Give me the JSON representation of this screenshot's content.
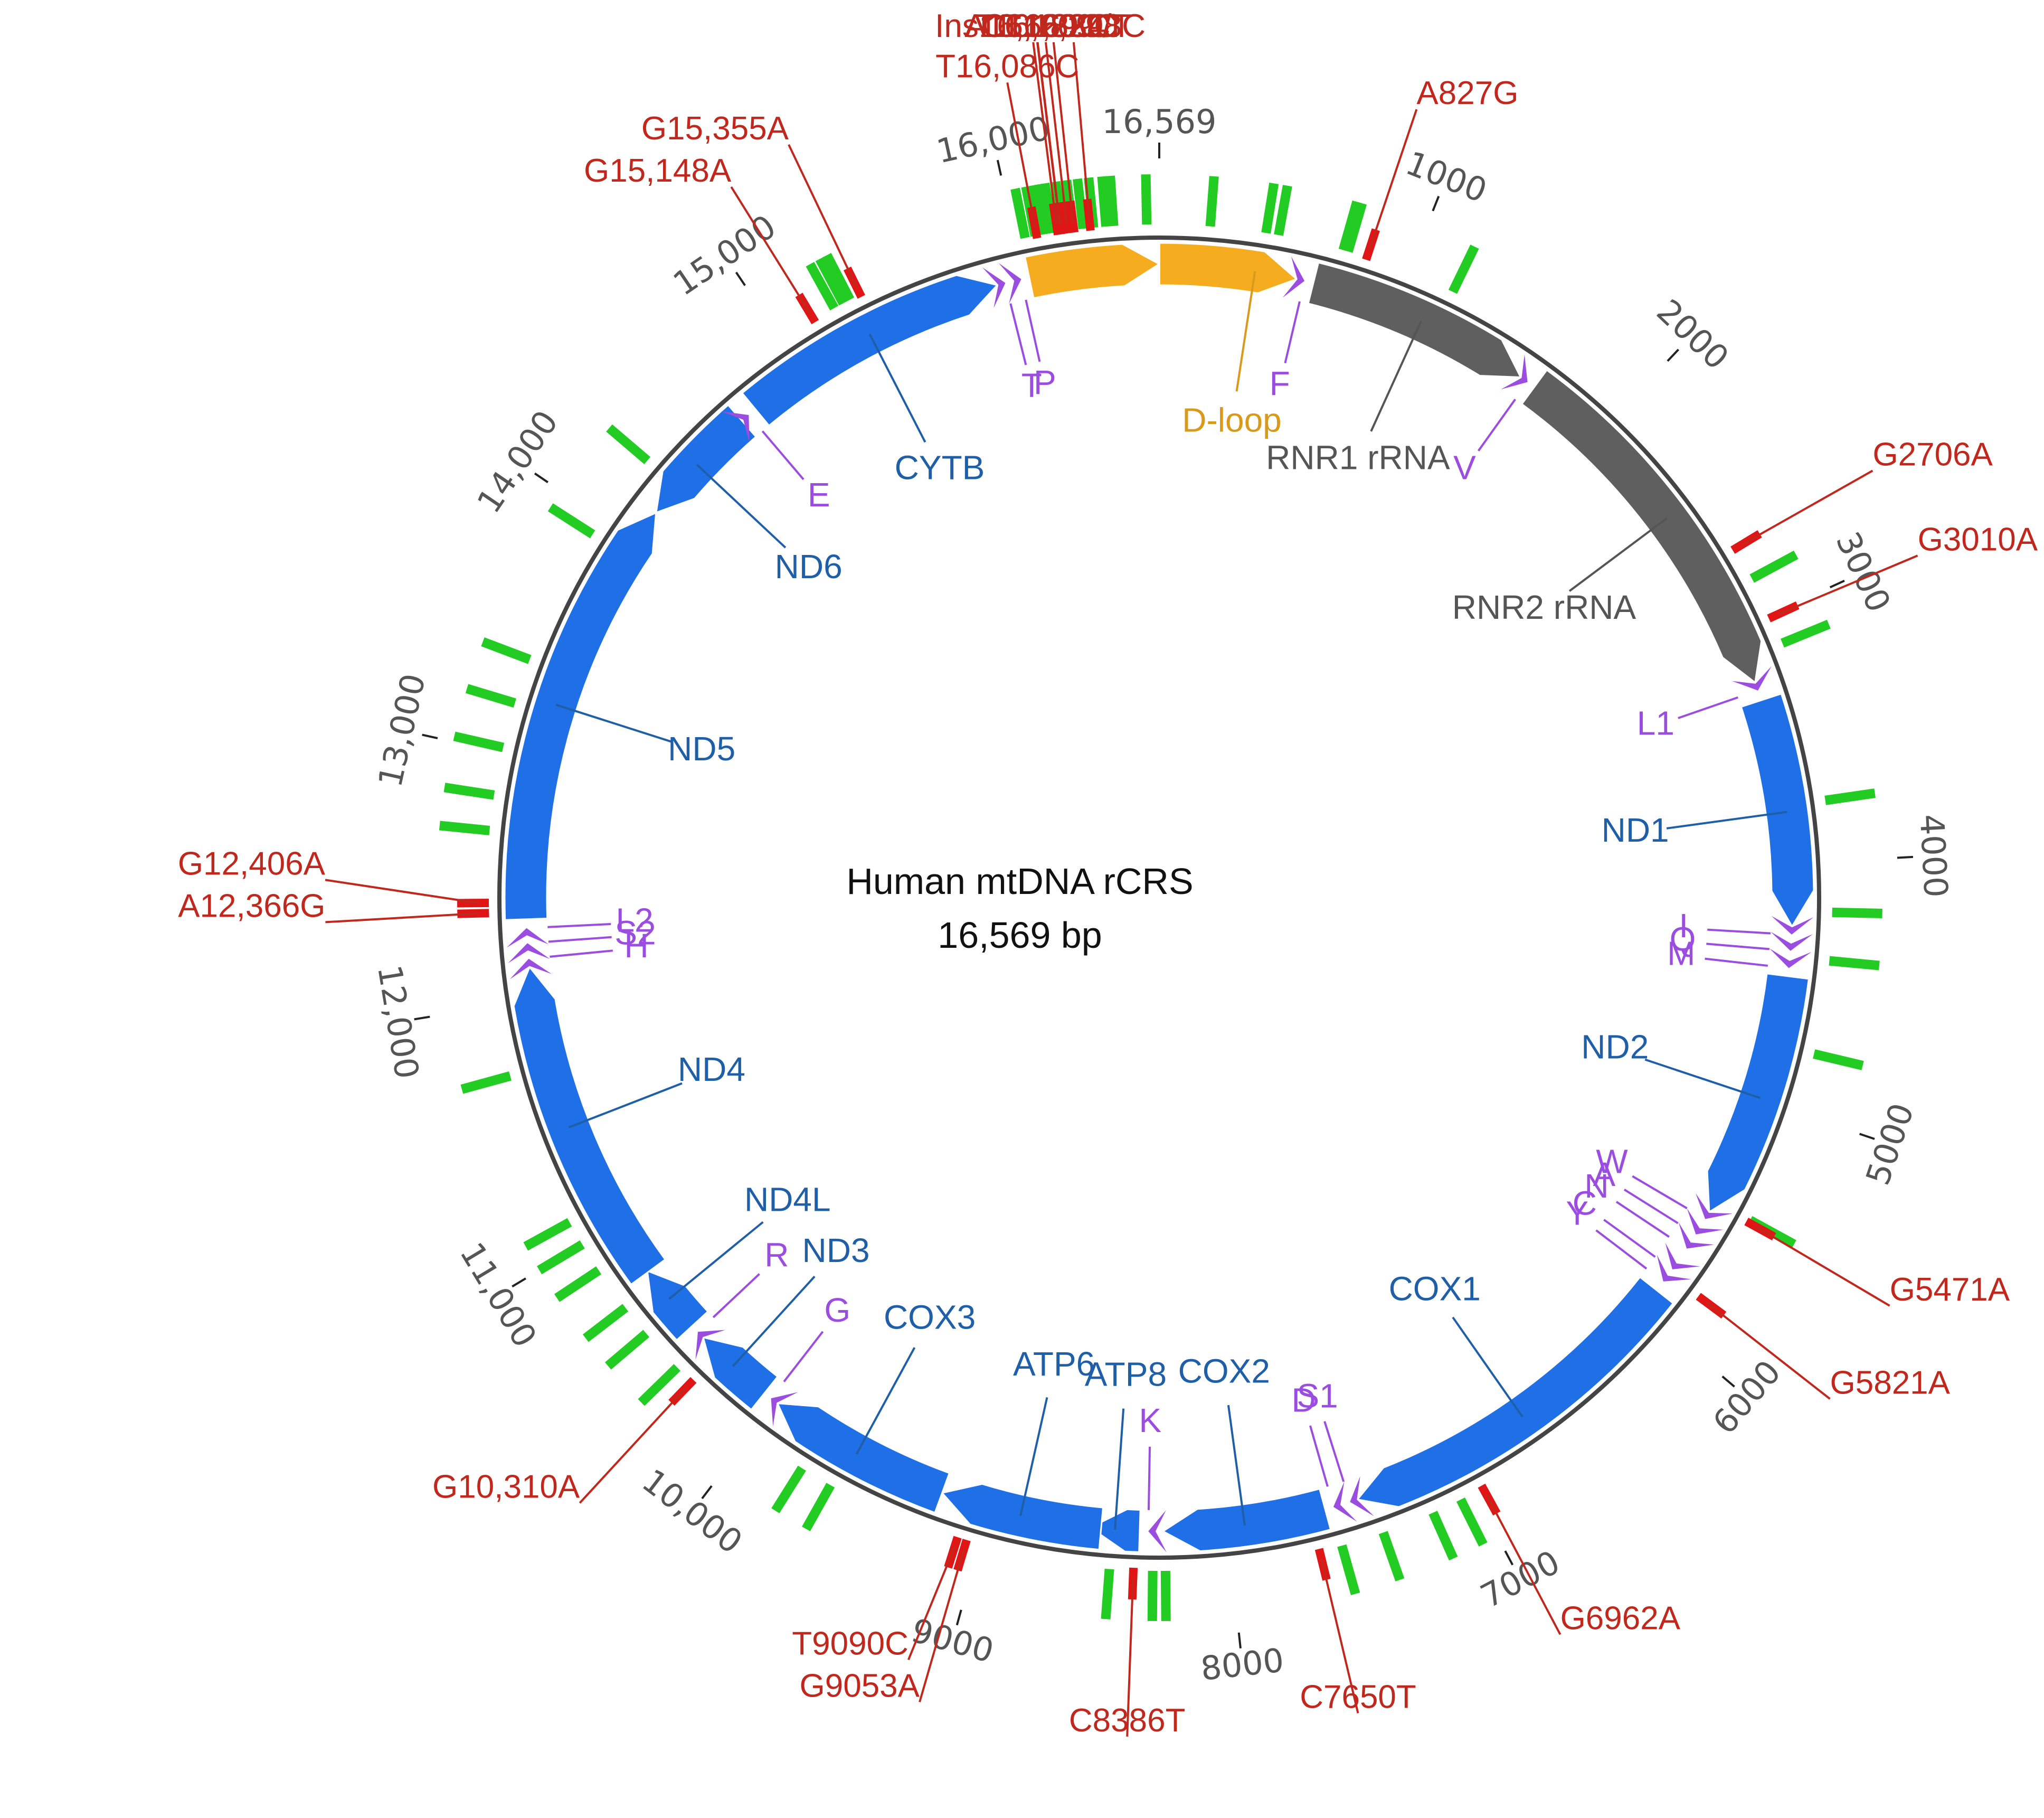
{
  "title": "Human mtDNA rCRS",
  "length_label": "16,569 bp",
  "genome_length": 16569,
  "colors": {
    "protein": "#1f6fe6",
    "protein_label": "#1f5fa8",
    "rrna": "#5f5f5f",
    "rrna_label": "#555555",
    "trna": "#9b4de0",
    "dloop": "#f5ad1f",
    "dloop_label": "#d99a1c",
    "variant": "#c0281e",
    "variant_mark": "#e01616",
    "polymorphism": "#22cc22",
    "backbone": "#444444"
  },
  "ticks": [
    {
      "pos": 1000,
      "label": "1000"
    },
    {
      "pos": 2000,
      "label": "2000"
    },
    {
      "pos": 3000,
      "label": "3000"
    },
    {
      "pos": 4000,
      "label": "4000"
    },
    {
      "pos": 5000,
      "label": "5000"
    },
    {
      "pos": 6000,
      "label": "6000"
    },
    {
      "pos": 7000,
      "label": "7000"
    },
    {
      "pos": 8000,
      "label": "8000"
    },
    {
      "pos": 9000,
      "label": "9000"
    },
    {
      "pos": 10000,
      "label": "10,000"
    },
    {
      "pos": 11000,
      "label": "11,000"
    },
    {
      "pos": 12000,
      "label": "12,000"
    },
    {
      "pos": 13000,
      "label": "13,000"
    },
    {
      "pos": 14000,
      "label": "14,000"
    },
    {
      "pos": 15000,
      "label": "15,000"
    },
    {
      "pos": 16000,
      "label": "16,000"
    },
    {
      "pos": 16569,
      "label": "16,569"
    }
  ],
  "features": [
    {
      "name": "D-loop",
      "type": "dloop",
      "start": 16024,
      "end": 16569,
      "dir": 1
    },
    {
      "name": "D-loop",
      "type": "dloop",
      "start": 1,
      "end": 576,
      "dir": 1
    },
    {
      "name": "RNR1 rRNA",
      "type": "rrna",
      "start": 648,
      "end": 1601,
      "dir": 1
    },
    {
      "name": "RNR2 rRNA",
      "type": "rrna",
      "start": 1671,
      "end": 3229,
      "dir": 1
    },
    {
      "name": "ND1",
      "type": "protein",
      "start": 3307,
      "end": 4262,
      "dir": 1
    },
    {
      "name": "ND2",
      "type": "protein",
      "start": 4470,
      "end": 5511,
      "dir": 1
    },
    {
      "name": "COX1",
      "type": "protein",
      "start": 5904,
      "end": 7445,
      "dir": 1
    },
    {
      "name": "COX2",
      "type": "protein",
      "start": 7586,
      "end": 8269,
      "dir": 1
    },
    {
      "name": "ATP8",
      "type": "protein",
      "start": 8366,
      "end": 8572,
      "dir": 1
    },
    {
      "name": "ATP6",
      "type": "protein",
      "start": 8527,
      "end": 9207,
      "dir": 1
    },
    {
      "name": "COX3",
      "type": "protein",
      "start": 9207,
      "end": 9990,
      "dir": 1
    },
    {
      "name": "ND3",
      "type": "protein",
      "start": 10059,
      "end": 10404,
      "dir": 1
    },
    {
      "name": "ND4L",
      "type": "protein",
      "start": 10470,
      "end": 10766,
      "dir": 1
    },
    {
      "name": "ND4",
      "type": "protein",
      "start": 10760,
      "end": 12137,
      "dir": 1
    },
    {
      "name": "ND5",
      "type": "protein",
      "start": 12337,
      "end": 14148,
      "dir": 1
    },
    {
      "name": "ND6",
      "type": "protein",
      "start": 14149,
      "end": 14673,
      "dir": -1
    },
    {
      "name": "CYTB",
      "type": "protein",
      "start": 14747,
      "end": 15887,
      "dir": 1
    }
  ],
  "trnas": [
    {
      "name": "F",
      "pos": 610
    },
    {
      "name": "V",
      "pos": 1636
    },
    {
      "name": "L1",
      "pos": 3264
    },
    {
      "name": "I",
      "pos": 4296
    },
    {
      "name": "Q",
      "pos": 4364
    },
    {
      "name": "M",
      "pos": 4436
    },
    {
      "name": "W",
      "pos": 5545
    },
    {
      "name": "A",
      "pos": 5620
    },
    {
      "name": "N",
      "pos": 5690
    },
    {
      "name": "C",
      "pos": 5795
    },
    {
      "name": "Y",
      "pos": 5858
    },
    {
      "name": "S1",
      "pos": 7478
    },
    {
      "name": "D",
      "pos": 7550
    },
    {
      "name": "K",
      "pos": 8330
    },
    {
      "name": "G",
      "pos": 10024
    },
    {
      "name": "R",
      "pos": 10436
    },
    {
      "name": "H",
      "pos": 12172
    },
    {
      "name": "S2",
      "pos": 12237
    },
    {
      "name": "L2",
      "pos": 12300
    },
    {
      "name": "E",
      "pos": 14710
    },
    {
      "name": "T",
      "pos": 15922
    },
    {
      "name": "P",
      "pos": 15990
    }
  ],
  "variants": [
    {
      "label": "A827G",
      "pos": 827
    },
    {
      "label": "G2706A",
      "pos": 2706
    },
    {
      "label": "G3010A",
      "pos": 3010
    },
    {
      "label": "G5471A",
      "pos": 5471
    },
    {
      "label": "G5821A",
      "pos": 5821
    },
    {
      "label": "G6962A",
      "pos": 6962
    },
    {
      "label": "C7650T",
      "pos": 7650
    },
    {
      "label": "C8386T",
      "pos": 8386
    },
    {
      "label": "G9053A",
      "pos": 9053
    },
    {
      "label": "T9090C",
      "pos": 9090
    },
    {
      "label": "G10,310A",
      "pos": 10310
    },
    {
      "label": "A12,366G",
      "pos": 12366
    },
    {
      "label": "G12,406A",
      "pos": 12406
    },
    {
      "label": "G15,148A",
      "pos": 15148
    },
    {
      "label": "G15,355A",
      "pos": 15355
    },
    {
      "label": "T16,086C",
      "pos": 16086
    },
    {
      "label": "Ins16,169C/T",
      "pos": 16169
    },
    {
      "label": "A16,182C",
      "pos": 16182
    },
    {
      "label": "A16,183C",
      "pos": 16183
    },
    {
      "label": "T16,209C",
      "pos": 16209
    },
    {
      "label": "C16,234T",
      "pos": 16234
    },
    {
      "label": "T16,298C",
      "pos": 16298
    }
  ],
  "polymorphisms": [
    200,
    420,
    470,
    730,
    750,
    1190,
    2840,
    3120,
    3760,
    4200,
    4390,
    4760,
    5460,
    7060,
    7180,
    7390,
    7560,
    8260,
    8310,
    8480,
    9630,
    9760,
    10390,
    10570,
    10700,
    10880,
    11000,
    11100,
    11720,
    12690,
    12830,
    13020,
    13200,
    13380,
    13930,
    14290,
    15240,
    15280,
    15310,
    16040,
    16080,
    16110,
    16130,
    16150,
    16190,
    16230,
    16270,
    16311,
    16360,
    16390,
    16520
  ]
}
